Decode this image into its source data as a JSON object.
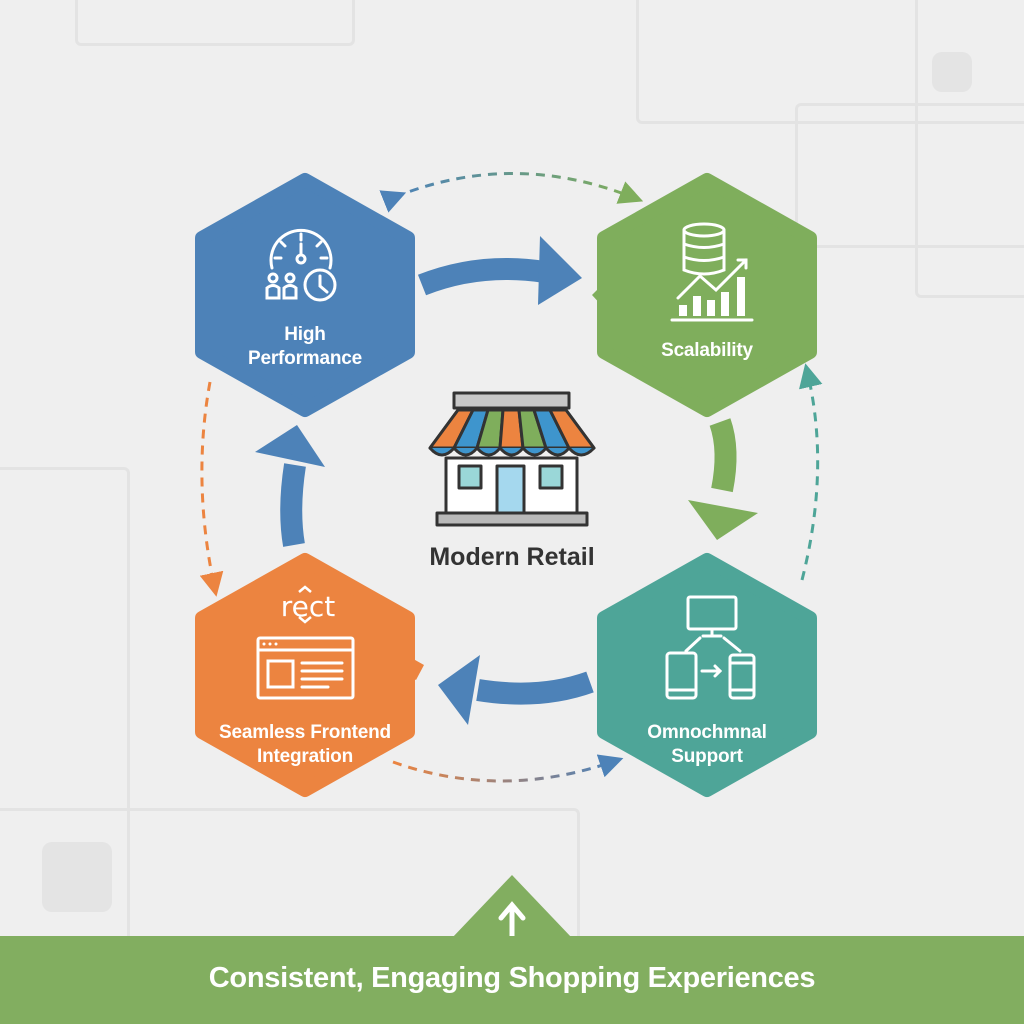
{
  "colors": {
    "background": "#efefef",
    "blue": "#4d82b8",
    "green": "#7fae5c",
    "orange": "#ec8440",
    "teal": "#4ea598",
    "banner": "#82ae60",
    "text_dark": "#333333"
  },
  "center": {
    "title": "Modern Retail",
    "icon": "storefront-icon"
  },
  "nodes": [
    {
      "id": "high-performance",
      "label_line1": "High",
      "label_line2": "Performance",
      "icon": "speedometer-people-clock-icon",
      "color": "#4d82b8"
    },
    {
      "id": "scalability",
      "label_line1": "Scalability",
      "label_line2": "",
      "icon": "database-growth-chart-icon",
      "color": "#7fae5c"
    },
    {
      "id": "omnichannel-support",
      "label_line1": "Omnochmnal",
      "label_line2": "Support",
      "icon": "multi-device-icon",
      "color": "#4ea598"
    },
    {
      "id": "seamless-frontend-integration",
      "label_line1": "Seamless Frontend",
      "label_line2": "Integration",
      "icon": "browser-window-icon",
      "icon_word": "rect",
      "color": "#ec8440"
    }
  ],
  "flow": [
    "high-performance",
    "scalability",
    "omnichannel-support",
    "seamless-frontend-integration"
  ],
  "banner": {
    "text": "Consistent, Engaging Shopping Experiences",
    "icon": "arrow-up-icon"
  }
}
